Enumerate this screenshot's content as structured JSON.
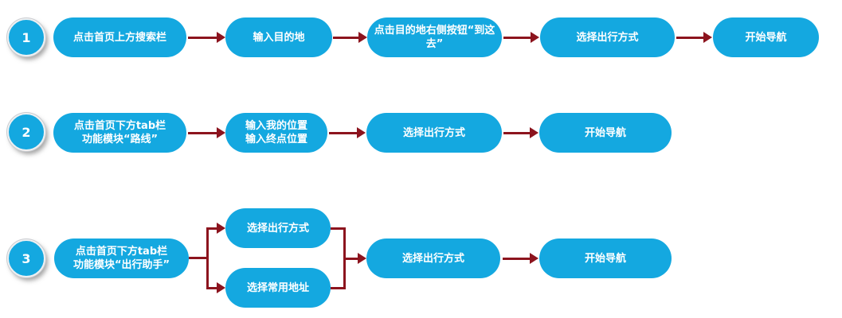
{
  "diagram_type": "flowchart",
  "colors": {
    "pill": "#14a8e0",
    "line": "#8c141e",
    "text": "#ffffff",
    "background": "#ffffff",
    "badge_rim": "#c9ccd0"
  },
  "rows": [
    {
      "number": "1",
      "steps": [
        {
          "label": "点击首页上方搜索栏"
        },
        {
          "label": "输入目的地"
        },
        {
          "label": "点击目的地右侧按钮“到这去”"
        },
        {
          "label": "选择出行方式"
        },
        {
          "label": "开始导航"
        }
      ]
    },
    {
      "number": "2",
      "steps": [
        {
          "label": "点击首页下方tab栏\n功能模块“路线”"
        },
        {
          "label": "输入我的位置\n输入终点位置"
        },
        {
          "label": "选择出行方式"
        },
        {
          "label": "开始导航"
        }
      ]
    },
    {
      "number": "3",
      "steps": [
        {
          "label": "点击首页下方tab栏\n功能模块“出行助手”"
        },
        {
          "label": "选择出行方式"
        },
        {
          "label": "选择常用地址"
        },
        {
          "label": "选择出行方式"
        },
        {
          "label": "开始导航"
        }
      ]
    }
  ]
}
